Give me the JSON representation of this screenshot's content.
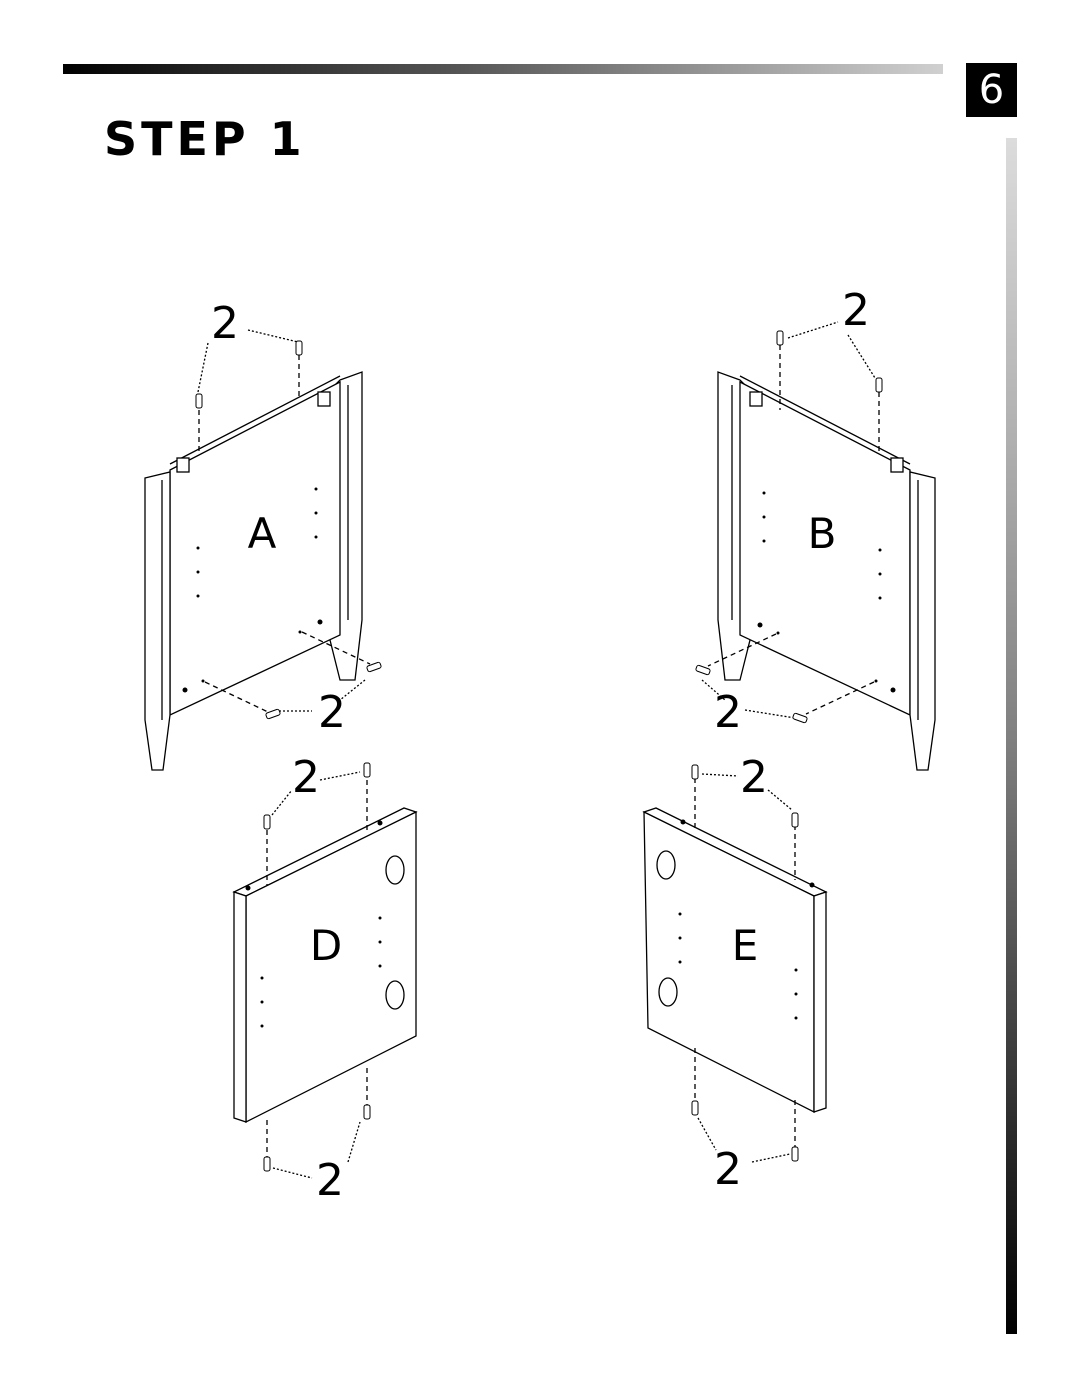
{
  "page": {
    "number": "6"
  },
  "step": {
    "title": "STEP 1"
  },
  "parts": {
    "a": {
      "label": "A",
      "dowel_top": "2",
      "dowel_bottom": "2"
    },
    "b": {
      "label": "B",
      "dowel_top": "2",
      "dowel_bottom": "2"
    },
    "d": {
      "label": "D",
      "dowel_top": "2",
      "dowel_bottom": "2"
    },
    "e": {
      "label": "E",
      "dowel_top": "2",
      "dowel_bottom": "2"
    }
  }
}
